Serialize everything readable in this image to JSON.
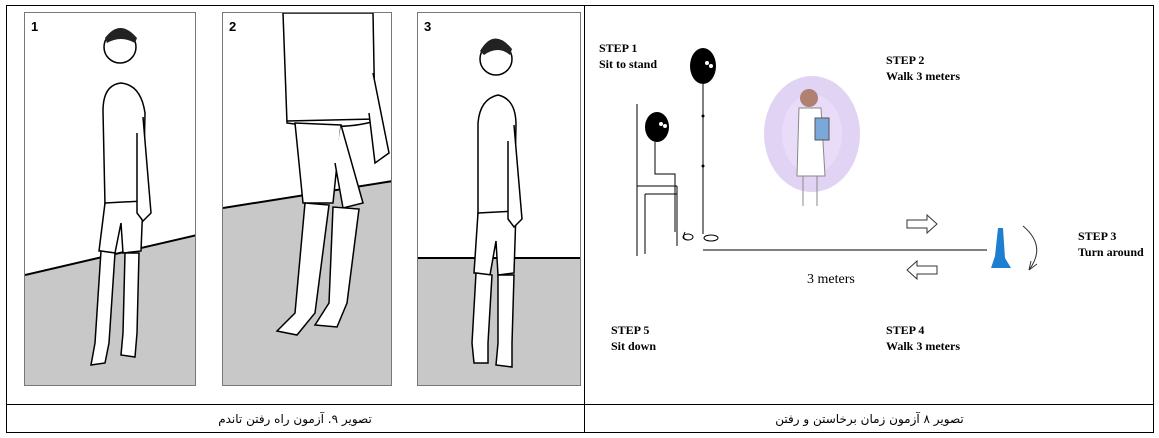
{
  "figures": {
    "tandem_walk": {
      "panels": [
        "1",
        "2",
        "3"
      ],
      "caption": "تصویر ۹. آزمون راه رفتن تاندم"
    },
    "timed_up_and_go": {
      "steps": [
        {
          "title": "STEP 1",
          "desc": "Sit to stand"
        },
        {
          "title": "STEP 2",
          "desc": "Walk 3 meters"
        },
        {
          "title": "STEP 3",
          "desc": "Turn around"
        },
        {
          "title": "STEP 4",
          "desc": "Walk 3 meters"
        },
        {
          "title": "STEP 5",
          "desc": "Sit down"
        }
      ],
      "distance_label": "3 meters",
      "caption": "تصویر ۸ آزمون زمان برخاستن و رفتن"
    }
  },
  "colors": {
    "floor": "#c8c8c8",
    "cone": "#1e7fd0",
    "halo": "#d8c8f0"
  }
}
